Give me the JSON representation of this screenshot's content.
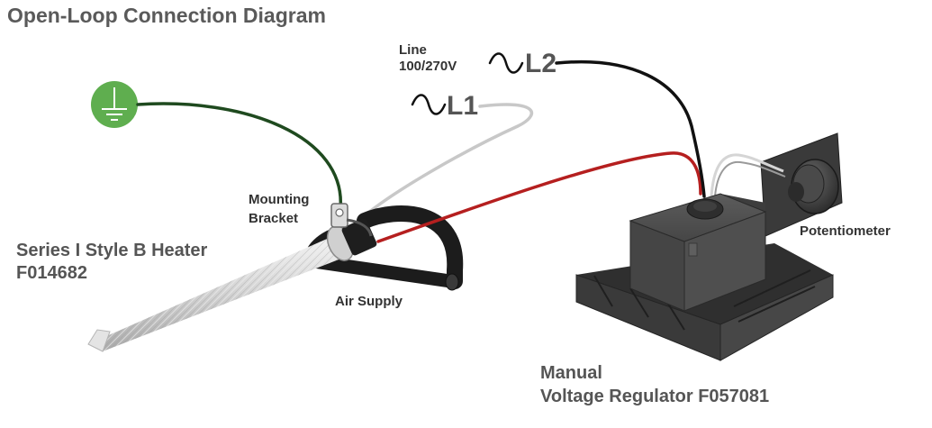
{
  "title": "Open-Loop Connection Diagram",
  "line_supply": {
    "title_line1": "Line",
    "title_line2": "100/270V",
    "l1_label": "L1",
    "l2_label": "L2",
    "ac_symbol": "~"
  },
  "heater": {
    "name": "Series I Style B Heater",
    "part_number": "F014682"
  },
  "mounting_bracket": {
    "line1": "Mounting",
    "line2": "Bracket"
  },
  "air_supply": "Air Supply",
  "potentiometer": "Potentiometer",
  "regulator": {
    "line1": "Manual",
    "line2": "Voltage Regulator F057081"
  },
  "ground_symbol": "ground-icon",
  "colors": {
    "ground_circle": "#5fae4f",
    "ground_wire": "#1f4a1f",
    "line1_wire": "#c8c8c8",
    "line2_wire": "#111111",
    "hot_wire": "#b51f1f",
    "regulator_body": "#3e3e3e",
    "heater_body": "#d9d9d9",
    "text": "#555555"
  }
}
